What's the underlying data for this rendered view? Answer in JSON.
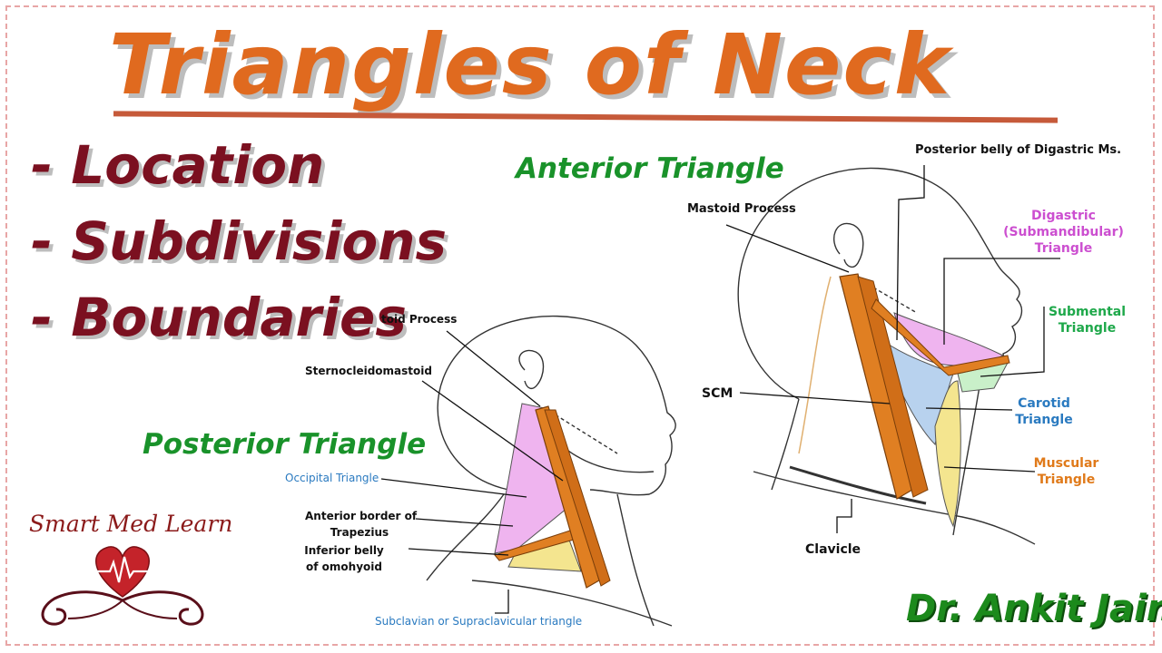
{
  "title": "Triangles of Neck",
  "bullets": [
    "- Location",
    "- Subdivisions",
    "- Boundaries"
  ],
  "anterior": {
    "heading": "Anterior Triangle",
    "labels": {
      "posterior_belly": "Posterior belly of Digastric Ms.",
      "mastoid": "Mastoid Process",
      "digastric_1": "Digastric",
      "digastric_2": "(Submandibular)",
      "digastric_3": "Triangle",
      "submental_1": "Submental",
      "submental_2": "Triangle",
      "scm": "SCM",
      "carotid_1": "Carotid",
      "carotid_2": "Triangle",
      "muscular_1": "Muscular",
      "muscular_2": "Triangle",
      "clavicle": "Clavicle"
    }
  },
  "posterior": {
    "heading": "Posterior Triangle",
    "labels": {
      "mastoid": "toid Process",
      "scm": "Sternocleidomastoid",
      "occipital": "Occipital Triangle",
      "trapezius_1": "Anterior border of",
      "trapezius_2": "Trapezius",
      "omohyoid_1": "Inferior belly",
      "omohyoid_2": "of omohyoid",
      "subclavian": "Subclavian or Supraclavicular triangle"
    }
  },
  "logo": "Smart Med Learn",
  "author": "Dr. Ankit Jain",
  "colors": {
    "title": "#e06a1f",
    "bullet": "#7b1020",
    "heading": "#19922a",
    "digastric": "#cc4fd0",
    "submental": "#1ea84a",
    "carotid": "#2a7ac0",
    "muscular": "#e07a1a",
    "muscle": "#e07f22",
    "author": "#1c8a1c"
  },
  "icons": [
    "heart-ecg-icon",
    "ornament-scroll-icon"
  ]
}
